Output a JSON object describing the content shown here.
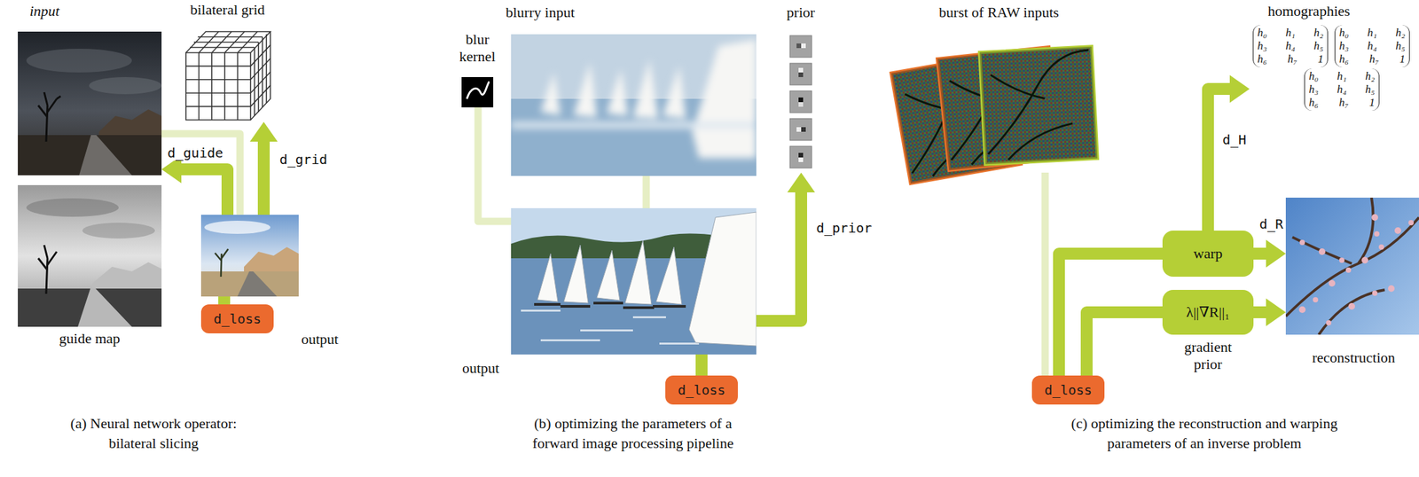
{
  "diagram": {
    "nodes": [
      {
        "text": [
          "input"
        ]
      },
      {
        "text": [
          "bilateral grid"
        ]
      },
      {
        "text": [
          "guide map"
        ]
      },
      {
        "text": [
          "output"
        ]
      },
      {
        "text": [
          "d_loss"
        ]
      },
      {
        "text": [
          "blur kernel"
        ]
      },
      {
        "text": [
          "blurry input"
        ]
      },
      {
        "text": [
          "prior"
        ]
      },
      {
        "text": [
          "output"
        ]
      },
      {
        "text": [
          "d_loss"
        ]
      },
      {
        "text": [
          "burst of RAW inputs"
        ]
      },
      {
        "text": [
          "homographies"
        ]
      },
      {
        "text": [
          "warp"
        ]
      },
      {
        "text": [
          "λ||∇R||₁",
          "gradient prior"
        ]
      },
      {
        "text": [
          "reconstruction"
        ]
      },
      {
        "text": [
          "d_loss"
        ]
      }
    ],
    "edges": [
      {
        "from": 4,
        "to": 3,
        "arrow": "none"
      },
      {
        "from": 3,
        "to": 1,
        "label": "d_grid",
        "arrow": "to"
      },
      {
        "from": 3,
        "to": 0,
        "label": "d_guide",
        "arrow": "to"
      },
      {
        "from": 0,
        "to": 3,
        "arrow": "none"
      },
      {
        "from": 5,
        "to": 8,
        "arrow": "none"
      },
      {
        "from": 6,
        "to": 8,
        "arrow": "none"
      },
      {
        "from": 9,
        "to": 8,
        "arrow": "none"
      },
      {
        "from": 8,
        "to": 7,
        "label": "d_prior",
        "arrow": "to"
      },
      {
        "from": 10,
        "to": 15,
        "arrow": "none"
      },
      {
        "from": 15,
        "to": 12,
        "arrow": "none"
      },
      {
        "from": 15,
        "to": 13,
        "arrow": "none"
      },
      {
        "from": 12,
        "to": 14,
        "label": "d_R",
        "arrow": "to"
      },
      {
        "from": 13,
        "to": 14,
        "arrow": "to"
      },
      {
        "from": 12,
        "to": 11,
        "label": "d_H",
        "arrow": "to"
      }
    ],
    "labels": [
      "h₀ h₁ h₂ h₃ h₄ h₅ h₆ h₇ 1",
      "h₀ h₁ h₂ h₃ h₄ h₅ h₆ h₇ 1",
      "h₀ h₁ h₂ h₃ h₄ h₅ h₆ h₇ 1",
      "(a) Neural network operator: bilateral slicing",
      "(b) optimizing the parameters of a forward image processing pipeline",
      "(c) optimizing the reconstruction and warping parameters of an inverse problem"
    ]
  }
}
